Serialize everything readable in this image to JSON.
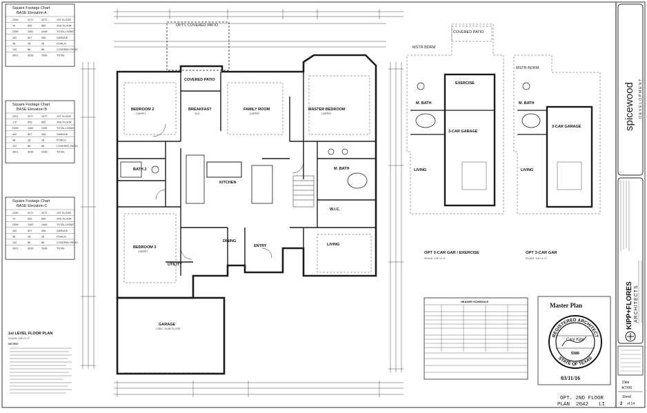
{
  "charts": [
    {
      "title": "Square Footage Chart",
      "subtitle": "BASE Elevation A",
      "rows": [
        [
          "2205",
          "2277",
          "2072",
          "1ST FLOOR"
        ],
        [
          "70",
          "505",
          "565",
          "2ND FLOOR"
        ],
        [
          "2306",
          "2452",
          "2446",
          "TOTAL LIVING"
        ],
        [
          "442",
          "507",
          "436",
          "GARAGE"
        ],
        [
          "36",
          "28",
          "28",
          "PORCH"
        ],
        [
          "122",
          "86",
          "86",
          "COVERED PATIO"
        ],
        [
          "3001",
          "3033",
          "2996",
          "TOTAL"
        ]
      ]
    },
    {
      "title": "Square Footage Chart",
      "subtitle": "BASE Elevation B",
      "rows": [
        [
          "2201",
          "2277",
          "2072",
          "1ST FLOOR"
        ],
        [
          "170",
          "505",
          "565",
          "2ND FLOOR"
        ],
        [
          "2306",
          "2452",
          "2446",
          "TOTAL LIVING"
        ],
        [
          "442",
          "507",
          "436",
          "GARAGE"
        ],
        [
          "36",
          "28",
          "28",
          "PORCH"
        ],
        [
          "122",
          "86",
          "86",
          "COVERED PATIO"
        ],
        [
          "3001",
          "3033",
          "2996",
          "TOTAL"
        ]
      ]
    },
    {
      "title": "Square Footage Chart",
      "subtitle": "BASE Elevation C",
      "rows": [
        [
          "2205",
          "2277",
          "2072",
          "1ST FLOOR"
        ],
        [
          "70",
          "505",
          "565",
          "2ND FLOOR"
        ],
        [
          "2306",
          "2452",
          "2446",
          "TOTAL LIVING"
        ],
        [
          "442",
          "507",
          "436",
          "GARAGE"
        ],
        [
          "36",
          "28",
          "28",
          "PORCH"
        ],
        [
          "122",
          "86",
          "86",
          "COVERED PATIO"
        ],
        [
          "3001",
          "3033",
          "2996",
          "TOTAL"
        ]
      ]
    }
  ],
  "rooms": {
    "covered_patio_opt": "OPT'L COVERED PATIO",
    "covered_patio": "COVERED PATIO",
    "bedroom2": "BEDROOM 2",
    "breakfast": "BREAKFAST",
    "family_room": "FAMILY ROOM",
    "master_bedroom": "MASTER BEDROOM",
    "bath2": "BATH 2",
    "kitchen": "KITCHEN",
    "m_bath": "M. BATH",
    "utility": "UTILITY",
    "bedroom3": "BEDROOM 3",
    "dining": "DINING",
    "entry": "ENTRY",
    "living": "LIVING",
    "garage": "GARAGE",
    "wic": "W.I.C."
  },
  "room_notes": {
    "carpet": "CARPET",
    "tile": "TILE",
    "garage_note": "CONC. SLAB FLOOR"
  },
  "floor_plan_label": "1st LEVEL FLOOR PLAN",
  "floor_plan_scale": "SCALE: 1/8\"=1'-0\"",
  "notes_title": "NOTES:",
  "opt_exercise": {
    "covered_patio": "COVERED PATIO",
    "mstr_bdrm": "MSTR BDRM",
    "exercise": "EXERCISE",
    "m_bath": "M. BATH",
    "garage": "3-CAR GARAGE",
    "living": "LIVING",
    "caption": "OPT 3-CAR GAR / EXERCISE",
    "scale": "SCALE: 1/8\"=1'-0\""
  },
  "opt_gar": {
    "mstr_bdrm": "MSTR BDRM",
    "m_bath": "M. BATH",
    "garage": "3-CAR GARAGE",
    "living": "LIVING",
    "caption": "OPT 3-CAR GAR",
    "scale": "SCALE: 1/8\"=1'-0\""
  },
  "header_schedule": {
    "title": "HEADER SCHEDULE"
  },
  "master_plan": {
    "title": "Master Plan",
    "seal_top": "REGISTERED ARCHITECT",
    "seal_name": "Cary Kipp",
    "seal_number": "9386",
    "seal_bottom": "STATE OF TEXAS",
    "date": "03/11/16"
  },
  "plan_label": {
    "line1": "OPT. 2ND FLOOR",
    "line2_left": "PLAN",
    "line2_mid": "2042",
    "line2_right": "LI"
  },
  "title_block": {
    "brand": "spicewood",
    "brand_sub": "DEVELOPMENT",
    "architect_line1": "KIPP+FLORES",
    "architect_line2": "ARCHITECTS",
    "date_label": "Date",
    "date": "4/7/06",
    "sheet_label": "Sheet",
    "sheet": "2",
    "sheet_of": "of 14"
  },
  "colors": {
    "line": "#222222",
    "paper": "#ffffff"
  }
}
